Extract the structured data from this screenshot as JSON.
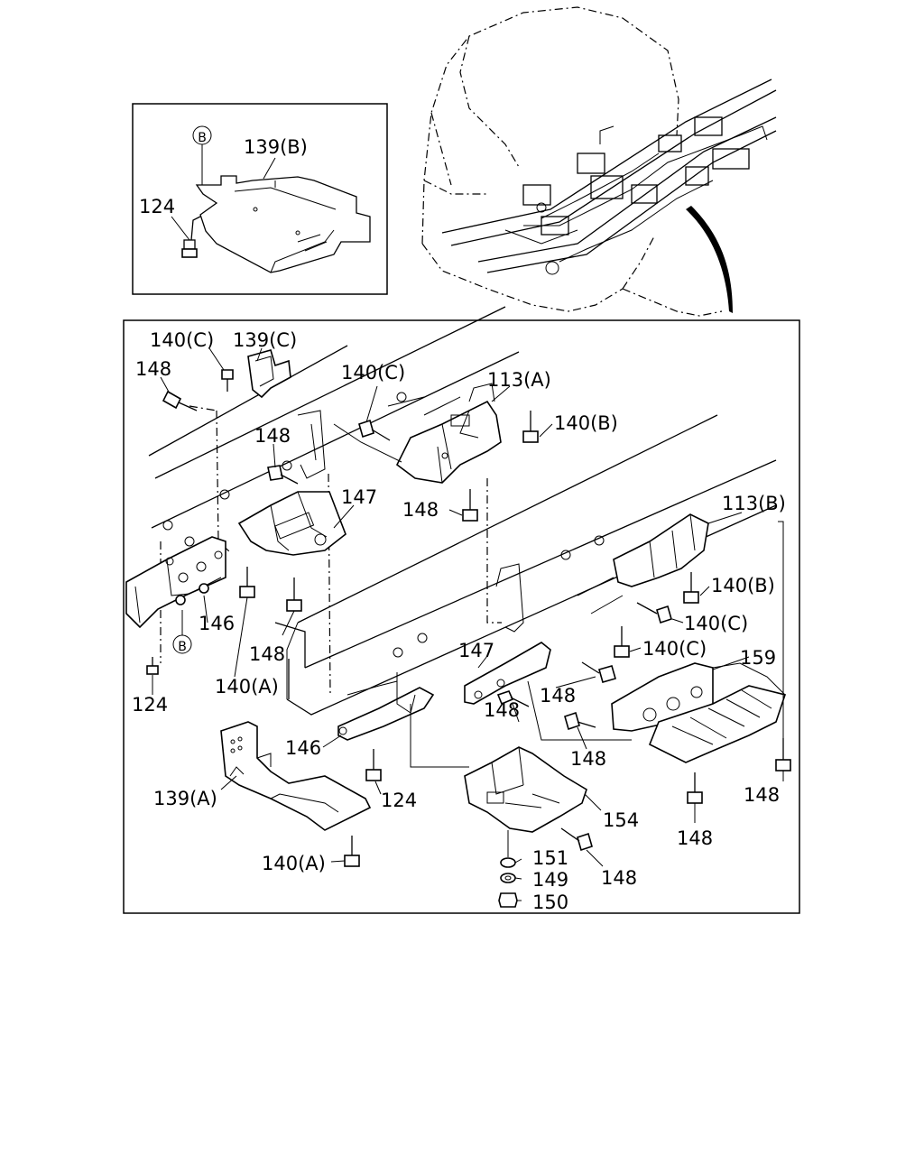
{
  "diagram": {
    "callouts": {
      "inset_marker_b": "B",
      "inset_139b": "139(B)",
      "inset_124": "124",
      "c140c_a": "140(C)",
      "c139c": "139(C)",
      "c148_a": "148",
      "c140c_b": "140(C)",
      "c113a": "113(A)",
      "c140b_a": "140(B)",
      "c148_b": "148",
      "c147_a": "147",
      "c148_c": "148",
      "c113b": "113(B)",
      "c140b_b": "140(B)",
      "c140c_c": "140(C)",
      "c146_a": "146",
      "marker_b": "B",
      "c148_d": "148",
      "c140c_d": "140(C)",
      "c159": "159",
      "c140a_a": "140(A)",
      "c147_b": "147",
      "c148_e": "148",
      "c124_a": "124",
      "c148_f": "148",
      "c146_b": "146",
      "c148_g": "148",
      "c139a": "139(A)",
      "c124_b": "124",
      "c154": "154",
      "c148_h": "148",
      "c148_i": "148",
      "c151": "151",
      "c148_j": "148",
      "c140a_b": "140(A)",
      "c149": "149",
      "c150": "150"
    }
  }
}
